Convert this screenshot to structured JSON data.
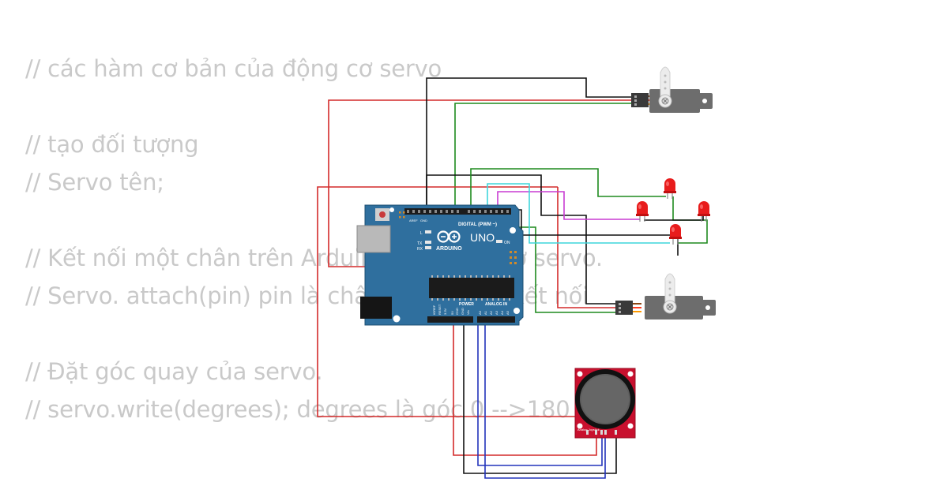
{
  "comments": [
    "// các hàm cơ bản của động cơ servo",
    "// tạo đối tượng",
    "// Servo tên;",
    "// Kết nối một chân trên Arduino với động cơ servo.",
    "// Servo. attach(pin) pin là chân bạn muốn kết nối",
    "// Đặt góc quay của servo.",
    "// servo.write(degrees); degrees là góc 0 -->180"
  ],
  "board": {
    "model": "UNO",
    "brand": "ARDUINO",
    "digital_label": "DIGITAL (PWM ~)",
    "power_label": "POWER",
    "analog_label": "ANALOG IN",
    "on_label": "ON",
    "l_label": "L",
    "tx_label": "TX",
    "rx_label": "RX",
    "aref_label": "AREF",
    "gnd_label": "GND",
    "power_pins": [
      "IOREF",
      "RESET",
      "3.3V",
      "5V",
      "GND",
      "GND",
      "Vin"
    ],
    "analog_pins": [
      "A0",
      "A1",
      "A2",
      "A3",
      "A4",
      "A5"
    ]
  },
  "joystick": {
    "label": "Analog Joystick"
  },
  "wire_colors": {
    "red": "#d42a2a",
    "black": "#111111",
    "green": "#1e8a1e",
    "cyan": "#3fd6dc",
    "magenta": "#c83cd2",
    "blue": "#2233bb",
    "orange": "#ff8c00"
  },
  "colors": {
    "board_blue": "#2f6f9e",
    "servo_gray": "#6d6d6d",
    "led_red": "#e81c1c",
    "joystick_pcb": "#c8102e"
  }
}
